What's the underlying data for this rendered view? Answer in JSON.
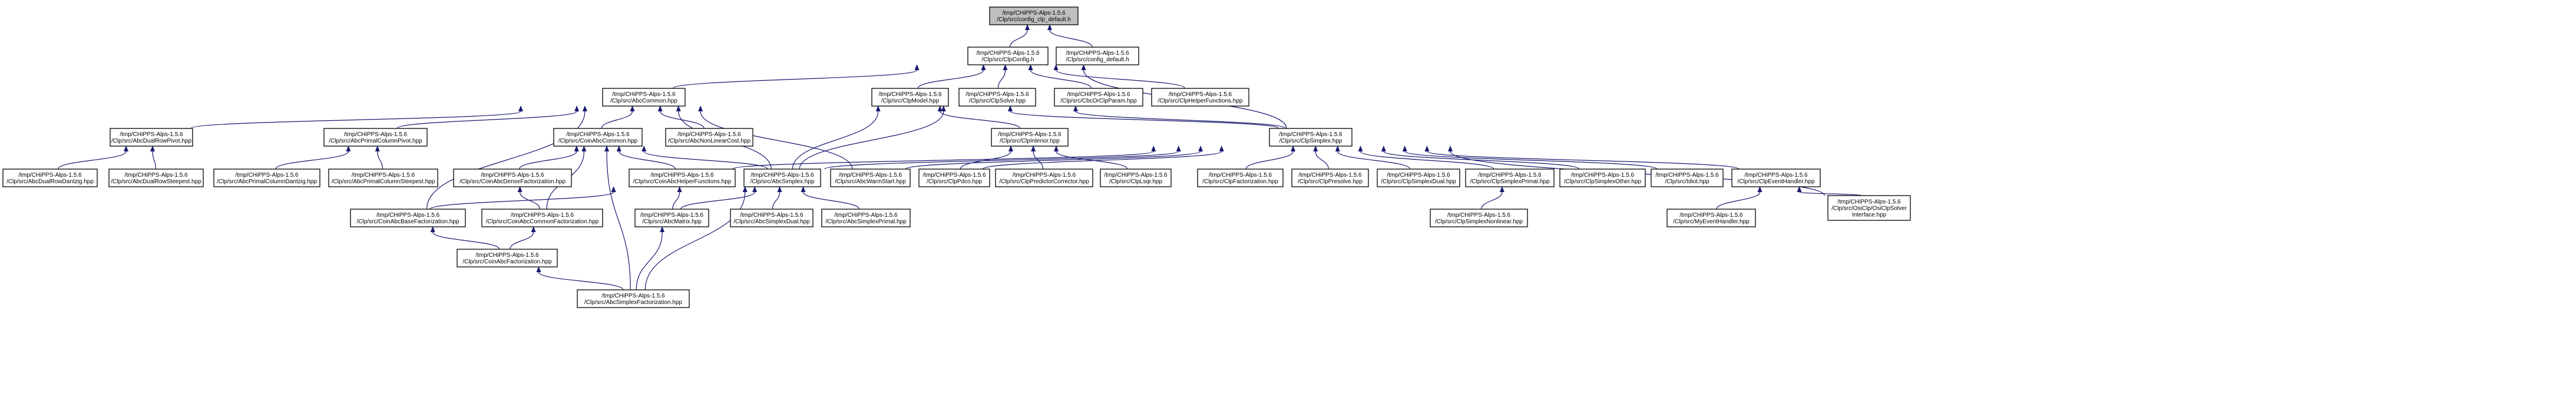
{
  "graph": {
    "edge_color": "#191970",
    "root_fill": "#bfbfbf",
    "nodes": [
      {
        "id": "root",
        "line1": "/tmp/CHiPPS-Alps-1.5.6",
        "line2": "/Clp/src/config_clp_default.h"
      },
      {
        "id": "ClpConfig",
        "line1": "/tmp/CHiPPS-Alps-1.5.6",
        "line2": "/Clp/src/ClpConfig.h"
      },
      {
        "id": "config_default",
        "line1": "/tmp/CHiPPS-Alps-1.5.6",
        "line2": "/Clp/src/config_default.h"
      },
      {
        "id": "AbcCommon",
        "line1": "/tmp/CHiPPS-Alps-1.5.6",
        "line2": "/Clp/src/AbcCommon.hpp"
      },
      {
        "id": "ClpModel",
        "line1": "/tmp/CHiPPS-Alps-1.5.6",
        "line2": "/Clp/src/ClpModel.hpp"
      },
      {
        "id": "ClpSolve",
        "line1": "/tmp/CHiPPS-Alps-1.5.6",
        "line2": "/Clp/src/ClpSolve.hpp"
      },
      {
        "id": "CbcOrClpParam",
        "line1": "/tmp/CHiPPS-Alps-1.5.6",
        "line2": "/Clp/src/CbcOrClpParam.hpp"
      },
      {
        "id": "ClpHelperFunctions",
        "line1": "/tmp/CHiPPS-Alps-1.5.6",
        "line2": "/Clp/src/ClpHelperFunctions.hpp"
      },
      {
        "id": "AbcDualRowPivot",
        "line1": "/tmp/CHiPPS-Alps-1.5.6",
        "line2": "/Clp/src/AbcDualRowPivot.hpp"
      },
      {
        "id": "AbcPrimalColumnPivot",
        "line1": "/tmp/CHiPPS-Alps-1.5.6",
        "line2": "/Clp/src/AbcPrimalColumnPivot.hpp"
      },
      {
        "id": "CoinAbcCommon",
        "line1": "/tmp/CHiPPS-Alps-1.5.6",
        "line2": "/Clp/src/CoinAbcCommon.hpp"
      },
      {
        "id": "AbcNonLinearCost",
        "line1": "/tmp/CHiPPS-Alps-1.5.6",
        "line2": "/Clp/src/AbcNonLinearCost.hpp"
      },
      {
        "id": "ClpInterior",
        "line1": "/tmp/CHiPPS-Alps-1.5.6",
        "line2": "/Clp/src/ClpInterior.hpp"
      },
      {
        "id": "ClpSimplex",
        "line1": "/tmp/CHiPPS-Alps-1.5.6",
        "line2": "/Clp/src/ClpSimplex.hpp"
      },
      {
        "id": "AbcDualRowDantzig",
        "line1": "/tmp/CHiPPS-Alps-1.5.6",
        "line2": "/Clp/src/AbcDualRowDantzig.hpp"
      },
      {
        "id": "AbcDualRowSteepest",
        "line1": "/tmp/CHiPPS-Alps-1.5.6",
        "line2": "/Clp/src/AbcDualRowSteepest.hpp"
      },
      {
        "id": "AbcPrimalColumnDantzig",
        "line1": "/tmp/CHiPPS-Alps-1.5.6",
        "line2": "/Clp/src/AbcPrimalColumnDantzig.hpp"
      },
      {
        "id": "AbcPrimalColumnSteepest",
        "line1": "/tmp/CHiPPS-Alps-1.5.6",
        "line2": "/Clp/src/AbcPrimalColumnSteepest.hpp"
      },
      {
        "id": "CoinAbcDenseFactorization",
        "line1": "/tmp/CHiPPS-Alps-1.5.6",
        "line2": "/Clp/src/CoinAbcDenseFactorization.hpp"
      },
      {
        "id": "CoinAbcHelperFunctions",
        "line1": "/tmp/CHiPPS-Alps-1.5.6",
        "line2": "/Clp/src/CoinAbcHelperFunctions.hpp"
      },
      {
        "id": "AbcSimplex",
        "line1": "/tmp/CHiPPS-Alps-1.5.6",
        "line2": "/Clp/src/AbcSimplex.hpp"
      },
      {
        "id": "AbcWarmStart",
        "line1": "/tmp/CHiPPS-Alps-1.5.6",
        "line2": "/Clp/src/AbcWarmStart.hpp"
      },
      {
        "id": "ClpPdco",
        "line1": "/tmp/CHiPPS-Alps-1.5.6",
        "line2": "/Clp/src/ClpPdco.hpp"
      },
      {
        "id": "ClpPredictorCorrector",
        "line1": "/tmp/CHiPPS-Alps-1.5.6",
        "line2": "/Clp/src/ClpPredictorCorrector.hpp"
      },
      {
        "id": "ClpLsqr",
        "line1": "/tmp/CHiPPS-Alps-1.5.6",
        "line2": "/Clp/src/ClpLsqr.hpp"
      },
      {
        "id": "ClpFactorization",
        "line1": "/tmp/CHiPPS-Alps-1.5.6",
        "line2": "/Clp/src/ClpFactorization.hpp"
      },
      {
        "id": "ClpPresolve",
        "line1": "/tmp/CHiPPS-Alps-1.5.6",
        "line2": "/Clp/src/ClpPresolve.hpp"
      },
      {
        "id": "ClpSimplexDual",
        "line1": "/tmp/CHiPPS-Alps-1.5.6",
        "line2": "/Clp/src/ClpSimplexDual.hpp"
      },
      {
        "id": "ClpSimplexPrimal",
        "line1": "/tmp/CHiPPS-Alps-1.5.6",
        "line2": "/Clp/src/ClpSimplexPrimal.hpp"
      },
      {
        "id": "ClpSimplexOther",
        "line1": "/tmp/CHiPPS-Alps-1.5.6",
        "line2": "/Clp/src/ClpSimplexOther.hpp"
      },
      {
        "id": "Idiot",
        "line1": "/tmp/CHiPPS-Alps-1.5.6",
        "line2": "/Clp/src/Idiot.hpp"
      },
      {
        "id": "ClpEventHandler",
        "line1": "/tmp/CHiPPS-Alps-1.5.6",
        "line2": "/Clp/src/ClpEventHandler.hpp"
      },
      {
        "id": "OsiClpSolverInterface",
        "line1": "/tmp/CHiPPS-Alps-1.5.6",
        "line2": "/Clp/src/OsiClp/OsiClpSolver",
        "line3": "Interface.hpp"
      },
      {
        "id": "CoinAbcBaseFactorization",
        "line1": "/tmp/CHiPPS-Alps-1.5.6",
        "line2": "/Clp/src/CoinAbcBaseFactorization.hpp"
      },
      {
        "id": "CoinAbcCommonFactorization",
        "line1": "/tmp/CHiPPS-Alps-1.5.6",
        "line2": "/Clp/src/CoinAbcCommonFactorization.hpp"
      },
      {
        "id": "AbcMatrix",
        "line1": "/tmp/CHiPPS-Alps-1.5.6",
        "line2": "/Clp/src/AbcMatrix.hpp"
      },
      {
        "id": "AbcSimplexDual",
        "line1": "/tmp/CHiPPS-Alps-1.5.6",
        "line2": "/Clp/src/AbcSimplexDual.hpp"
      },
      {
        "id": "AbcSimplexPrimal",
        "line1": "/tmp/CHiPPS-Alps-1.5.6",
        "line2": "/Clp/src/AbcSimplexPrimal.hpp"
      },
      {
        "id": "ClpSimplexNonlinear",
        "line1": "/tmp/CHiPPS-Alps-1.5.6",
        "line2": "/Clp/src/ClpSimplexNonlinear.hpp"
      },
      {
        "id": "MyEventHandler",
        "line1": "/tmp/CHiPPS-Alps-1.5.6",
        "line2": "/Clp/src/MyEventHandler.hpp"
      },
      {
        "id": "CoinAbcFactorization",
        "line1": "/tmp/CHiPPS-Alps-1.5.6",
        "line2": "/Clp/src/CoinAbcFactorization.hpp"
      },
      {
        "id": "AbcSimplexFactorization",
        "line1": "/tmp/CHiPPS-Alps-1.5.6",
        "line2": "/Clp/src/AbcSimplexFactorization.hpp"
      }
    ],
    "edges": [
      [
        "root",
        "ClpConfig"
      ],
      [
        "root",
        "config_default"
      ],
      [
        "ClpConfig",
        "AbcCommon"
      ],
      [
        "ClpConfig",
        "ClpModel"
      ],
      [
        "ClpConfig",
        "ClpSolve"
      ],
      [
        "ClpConfig",
        "CbcOrClpParam"
      ],
      [
        "ClpConfig",
        "ClpHelperFunctions"
      ],
      [
        "ClpConfig",
        "ClpSimplex"
      ],
      [
        "AbcCommon",
        "AbcDualRowPivot"
      ],
      [
        "AbcCommon",
        "AbcPrimalColumnPivot"
      ],
      [
        "AbcCommon",
        "CoinAbcCommon"
      ],
      [
        "AbcCommon",
        "AbcNonLinearCost"
      ],
      [
        "AbcCommon",
        "AbcSimplex"
      ],
      [
        "AbcCommon",
        "AbcWarmStart"
      ],
      [
        "AbcCommon",
        "CoinAbcBaseFactorization"
      ],
      [
        "ClpModel",
        "ClpInterior"
      ],
      [
        "ClpModel",
        "ClpSimplex"
      ],
      [
        "ClpModel",
        "AbcSimplex"
      ],
      [
        "ClpSolve",
        "ClpSimplex"
      ],
      [
        "ClpSolve",
        "AbcSimplex"
      ],
      [
        "AbcDualRowPivot",
        "AbcDualRowDantzig"
      ],
      [
        "AbcDualRowPivot",
        "AbcDualRowSteepest"
      ],
      [
        "AbcPrimalColumnPivot",
        "AbcPrimalColumnDantzig"
      ],
      [
        "AbcPrimalColumnPivot",
        "AbcPrimalColumnSteepest"
      ],
      [
        "CoinAbcCommon",
        "CoinAbcDenseFactorization"
      ],
      [
        "CoinAbcCommon",
        "CoinAbcHelperFunctions"
      ],
      [
        "CoinAbcCommon",
        "AbcSimplex"
      ],
      [
        "CoinAbcCommon",
        "CoinAbcCommonFactorization"
      ],
      [
        "CoinAbcCommon",
        "AbcSimplexFactorization"
      ],
      [
        "ClpInterior",
        "ClpPdco"
      ],
      [
        "ClpInterior",
        "ClpPredictorCorrector"
      ],
      [
        "ClpInterior",
        "ClpLsqr"
      ],
      [
        "ClpSimplex",
        "CoinAbcHelperFunctions"
      ],
      [
        "ClpSimplex",
        "AbcSimplex"
      ],
      [
        "ClpSimplex",
        "AbcWarmStart"
      ],
      [
        "ClpSimplex",
        "ClpPdco"
      ],
      [
        "ClpSimplex",
        "ClpFactorization"
      ],
      [
        "ClpSimplex",
        "ClpPresolve"
      ],
      [
        "ClpSimplex",
        "ClpSimplexDual"
      ],
      [
        "ClpSimplex",
        "ClpSimplexPrimal"
      ],
      [
        "ClpSimplex",
        "ClpSimplexOther"
      ],
      [
        "ClpSimplex",
        "Idiot"
      ],
      [
        "ClpSimplex",
        "ClpEventHandler"
      ],
      [
        "ClpSimplex",
        "OsiClpSolverInterface"
      ],
      [
        "CoinAbcDenseFactorization",
        "CoinAbcCommonFactorization"
      ],
      [
        "CoinAbcHelperFunctions",
        "CoinAbcBaseFactorization"
      ],
      [
        "CoinAbcHelperFunctions",
        "AbcMatrix"
      ],
      [
        "AbcSimplex",
        "AbcMatrix"
      ],
      [
        "AbcSimplex",
        "AbcSimplexDual"
      ],
      [
        "AbcSimplex",
        "AbcSimplexPrimal"
      ],
      [
        "AbcSimplex",
        "AbcSimplexFactorization"
      ],
      [
        "ClpSimplexPrimal",
        "ClpSimplexNonlinear"
      ],
      [
        "ClpEventHandler",
        "MyEventHandler"
      ],
      [
        "ClpEventHandler",
        "OsiClpSolverInterface"
      ],
      [
        "CoinAbcBaseFactorization",
        "CoinAbcFactorization"
      ],
      [
        "CoinAbcCommonFactorization",
        "CoinAbcFactorization"
      ],
      [
        "AbcMatrix",
        "AbcSimplexFactorization"
      ],
      [
        "CoinAbcFactorization",
        "AbcSimplexFactorization"
      ]
    ]
  }
}
